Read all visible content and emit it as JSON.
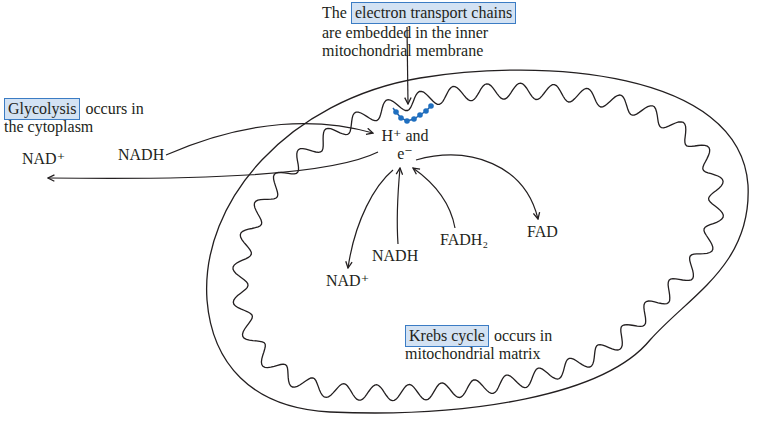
{
  "diagram": {
    "labels": [
      "The",
      "electron transport chains",
      "are embedded in the inner mitochondrial membrane",
      "Glycolysis",
      "occurs in the cytoplasm",
      "NAD⁺",
      "NADH",
      "H⁺ and e⁻",
      "NADH",
      "NAD⁺",
      "FADH₂",
      "FAD",
      "Krebs cycle",
      "occurs in mitochondrial matrix"
    ]
  }
}
